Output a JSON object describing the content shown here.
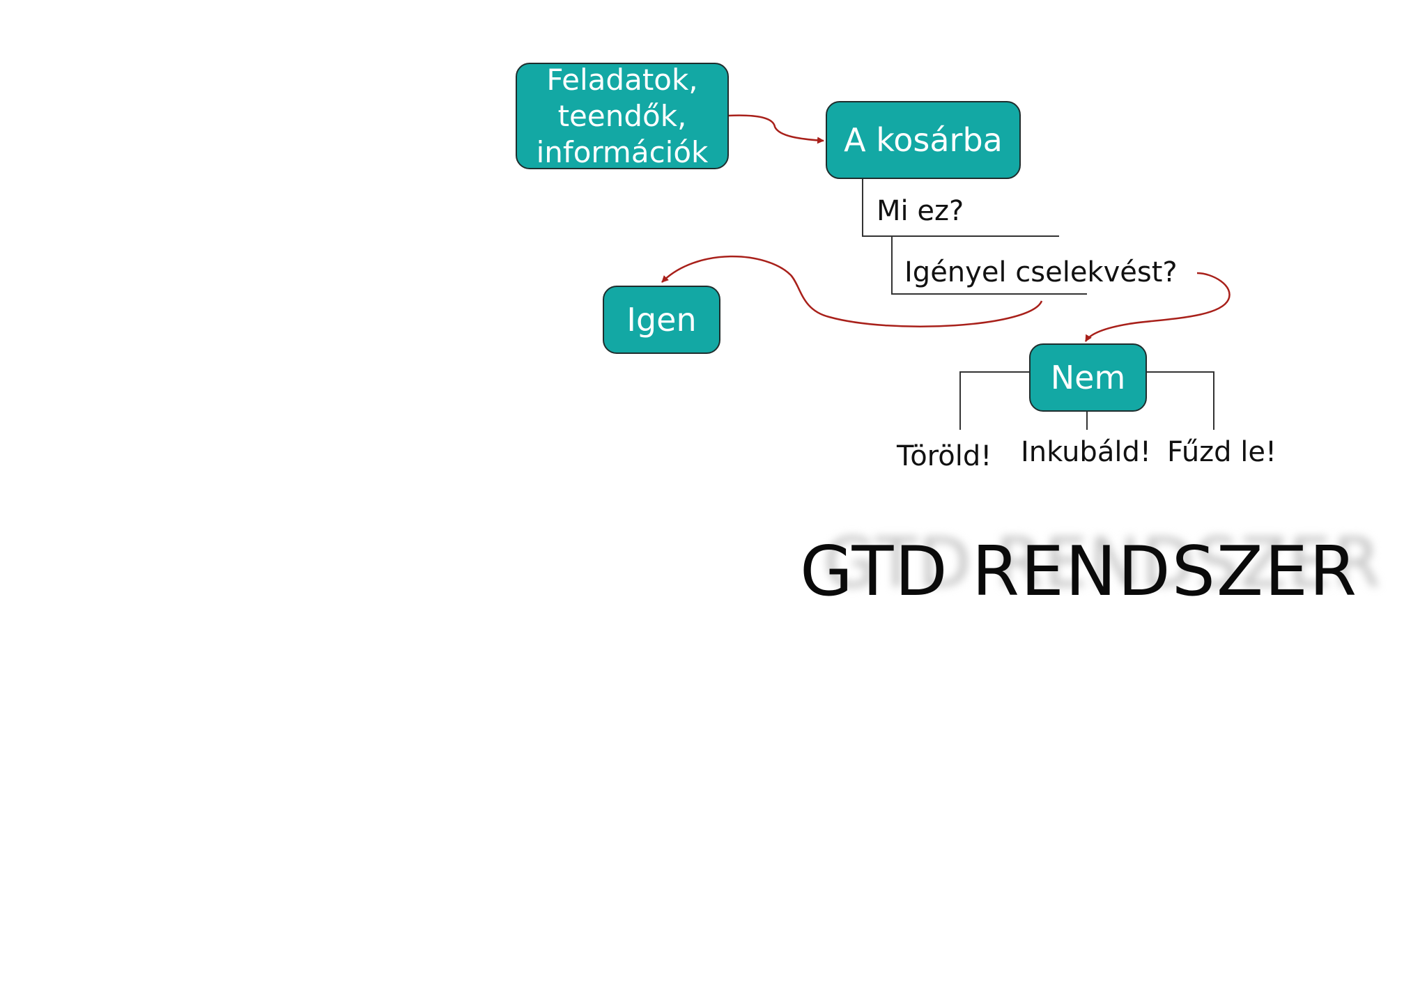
{
  "nodes": {
    "source": [
      "Feladatok,",
      "teendők,",
      "információk"
    ],
    "inbox": "A kosárba",
    "yes": "Igen",
    "no": "Nem"
  },
  "questions": {
    "what": "Mi ez?",
    "action": "Igényel cselekvést?"
  },
  "outcomes": {
    "delete": "Töröld!",
    "incubate": "Inkubáld!",
    "file": "Fűzd le!"
  },
  "title": "GTD RENDSZER",
  "colors": {
    "box_fill": "#13a8a4",
    "box_border": "#1f2d2d",
    "arrow": "#a8201a",
    "line": "#333333"
  }
}
